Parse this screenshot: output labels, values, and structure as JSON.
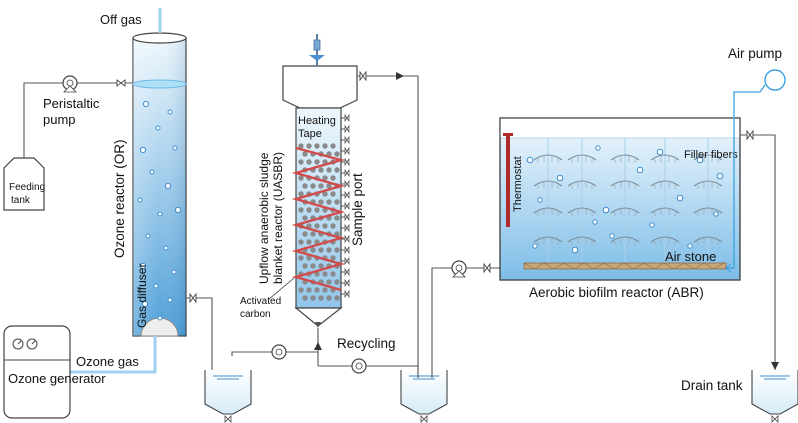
{
  "labels": {
    "off_gas": "Off gas",
    "peristaltic_pump": "Peristaltic pump",
    "feeding_tank": "Feeding tank",
    "ozone_reactor": "Ozone reactor (OR)",
    "gas_diffuser": "Gas diffuser",
    "ozone_gas": "Ozone gas",
    "ozone_generator": "Ozone generator",
    "heating_tape": "Heating Tape",
    "uasbr_line1": "Upflow anaerobic sludge",
    "uasbr_line2": "blanket reactor (UASBR)",
    "sample_port": "Sample port",
    "activated_carbon": "Activated carbon",
    "recycling": "Recycling",
    "air_pump": "Air pump",
    "thermostat": "Thermostat",
    "filler_fibers": "Filler fibers",
    "air_stone": "Air stone",
    "abr": "Aerobic biofilm reactor (ABR)",
    "drain_tank": "Drain tank"
  },
  "colors": {
    "water_light": "#e6f3fb",
    "water_dark": "#5aa9dc",
    "bubble": "#3d8fd1",
    "heating_tape": "#d24b4b",
    "gas_line": "#9fd0ef",
    "air_line": "#3aa0e0",
    "thermostat": "#b02a2a"
  }
}
